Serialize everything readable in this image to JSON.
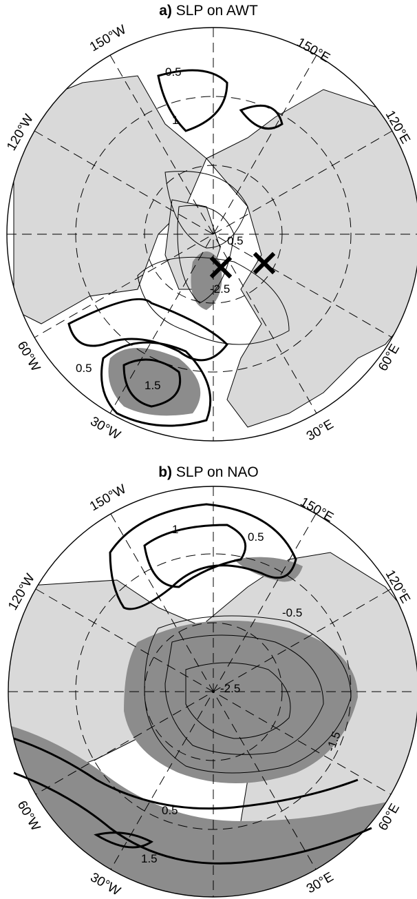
{
  "panels": [
    {
      "id": "a",
      "title_letter": "a)",
      "title_text": "SLP on AWT",
      "longitude_labels": [
        "150°W",
        "150°E",
        "120°W",
        "120°E",
        "60°W",
        "60°E",
        "30°W",
        "30°E"
      ],
      "contour_labels": [
        "0.5",
        "1",
        "0.5",
        "-2.5",
        "0.5",
        "1.5"
      ],
      "markers": [
        "x",
        "x"
      ]
    },
    {
      "id": "b",
      "title_letter": "b)",
      "title_text": "SLP on NAO",
      "longitude_labels": [
        "150°W",
        "150°E",
        "120°W",
        "120°E",
        "60°W",
        "60°E",
        "30°W",
        "30°E"
      ],
      "contour_labels": [
        "1",
        "0.5",
        "-0.5",
        "-2.5",
        "-1.5",
        "0.5",
        "1.5"
      ]
    }
  ],
  "colors": {
    "land": "#d9d9d9",
    "shading": "#8c8c8c",
    "lines": "#000000"
  }
}
